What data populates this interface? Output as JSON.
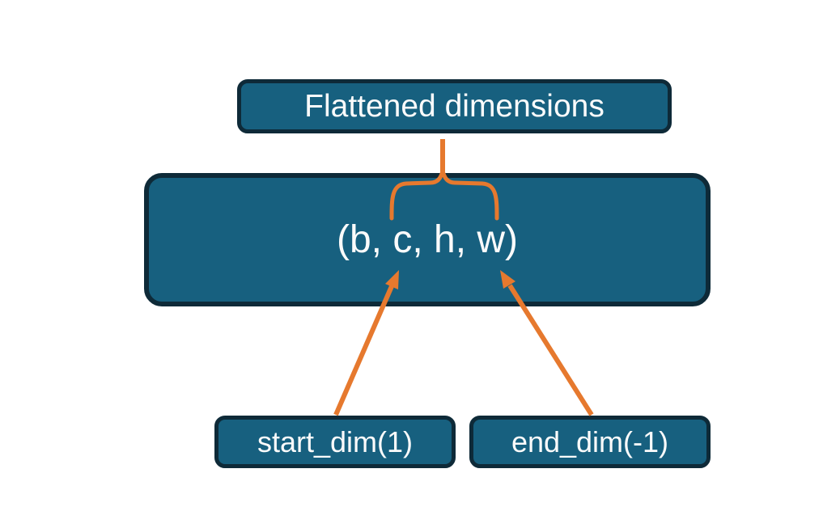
{
  "diagram": {
    "description": "Tensor flatten dimensions diagram",
    "nodes": {
      "flattened": {
        "label": "Flattened dimensions"
      },
      "tensor": {
        "label": "(b, c, h, w)"
      },
      "start_dim": {
        "label": "start_dim(1)"
      },
      "end_dim": {
        "label": "end_dim(-1)"
      }
    },
    "connectors": {
      "brace": "brace grouping c,h,w linked to Flattened dimensions",
      "start_arrow": "arrow from start_dim(1) to dim c",
      "end_arrow": "arrow from end_dim(-1) to dim w"
    },
    "colors": {
      "background": "#ffffff",
      "node_fill": "#17607f",
      "node_border": "#0e2a38",
      "accent_orange": "#e6792e",
      "text": "#fbfbfb"
    }
  }
}
